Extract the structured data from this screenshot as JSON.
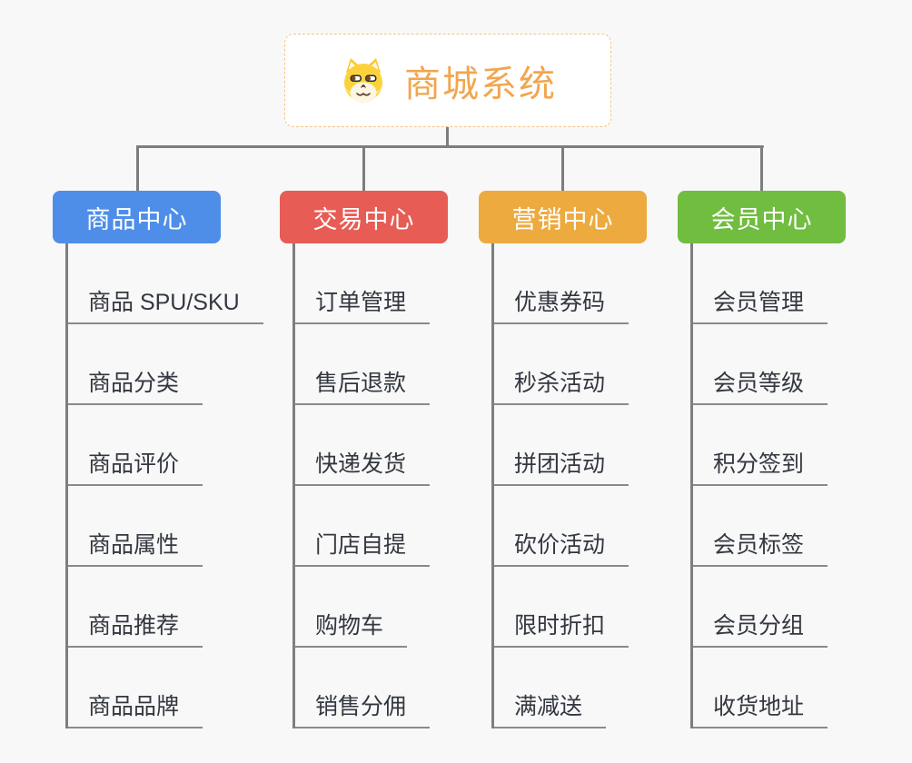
{
  "root": {
    "title": "商城系统",
    "icon": "shiba-dog-icon"
  },
  "branches": [
    {
      "label": "商品中心",
      "color": "#4e8ee9",
      "items": [
        "商品 SPU/SKU",
        "商品分类",
        "商品评价",
        "商品属性",
        "商品推荐",
        "商品品牌"
      ]
    },
    {
      "label": "交易中心",
      "color": "#e75c54",
      "items": [
        "订单管理",
        "售后退款",
        "快递发货",
        "门店自提",
        "购物车",
        "销售分佣"
      ]
    },
    {
      "label": "营销中心",
      "color": "#edaa3f",
      "items": [
        "优惠券码",
        "秒杀活动",
        "拼团活动",
        "砍价活动",
        "限时折扣",
        "满减送"
      ]
    },
    {
      "label": "会员中心",
      "color": "#70bd40",
      "items": [
        "会员管理",
        "会员等级",
        "积分签到",
        "会员标签",
        "会员分组",
        "收货地址"
      ]
    }
  ],
  "colors": {
    "background": "#f8f8f8",
    "root_border": "#f3c584",
    "root_title": "#f2a64d",
    "connector": "#7d7d7d",
    "item_underline": "#8a8a8a",
    "item_text": "#333740"
  }
}
